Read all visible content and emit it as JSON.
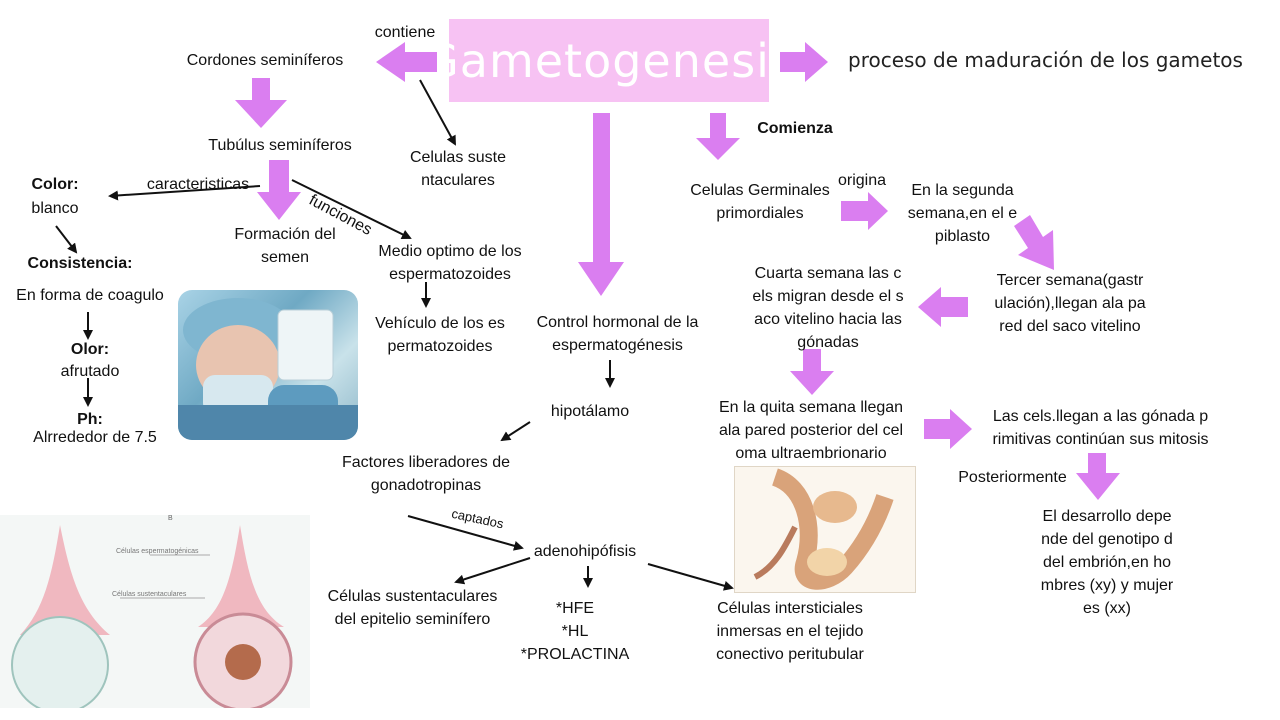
{
  "title": "Gametogenesis",
  "definition": "proceso de maduración de los gametos",
  "colors": {
    "title_bg": "#f7c2f3",
    "arrow_purple": "#da7ef0",
    "text": "#111111"
  },
  "left": {
    "contiene": "contiene",
    "cordones": "Cordones seminíferos",
    "celulas_sustentaculares": "Celulas suste\nntaculares",
    "tubulus": "Tubúlus seminíferos",
    "caracteristicas": "caracteristicas",
    "funciones": "funciones",
    "color_label": "Color:",
    "color_value": "blanco",
    "consistencia_label": "Consistencia:",
    "consistencia_value": "En forma de coagulo",
    "olor_label": "Olor:",
    "olor_value": "afrutado",
    "ph_label": "Ph:",
    "ph_value": "Alrrededor de 7.5",
    "formacion": "Formación del\nsemen",
    "medio": "Medio optimo de los\nespermatozoides",
    "vehiculo": "Vehículo de los es\npermatozoides"
  },
  "center": {
    "control": "Control hormonal de la\nespermatogénesis",
    "hipotalamo": "hipotálamo",
    "factores": "Factores liberadores de\ngonadotropinas",
    "captados": "captados",
    "adeno": "adenohipófisis",
    "sustentaculares_epitelio": "Células sustentaculares\ndel epitelio seminífero",
    "hormonas": "*HFE\n*HL\n*PROLACTINA",
    "intersticiales": "Células intersticiales\ninmersas en el tejido\nconectivo peritubular"
  },
  "right": {
    "comienza": "Comienza",
    "germinales": "Celulas Germinales\nprimordiales",
    "origina": "origina",
    "segunda": "En la segunda\nsemana,en el e\npiblasto",
    "tercer": "Tercer semana(gastr\nulación),llegan ala pa\nred del saco vitelino",
    "cuarta": "Cuarta semana las c\nels migran desde el s\naco vitelino hacia las\ngónadas",
    "quinta": "En la quita semana llegan\nala pared posterior del cel\noma ultraembrionario",
    "gonadas": "Las cels.llegan a las gónada p\nrimitivas continúan sus mitosis",
    "posteriormente": "Posteriormente",
    "desarrollo": "El desarrollo depe\nnde del genotipo d\ndel embrión,en ho\nmbres (xy) y mujer\nes (xx)"
  },
  "images": {
    "tubule_caption_1": "Células espermatogénicas",
    "tubule_caption_2": "Células sustentaculares",
    "tubule_letter": "B"
  }
}
